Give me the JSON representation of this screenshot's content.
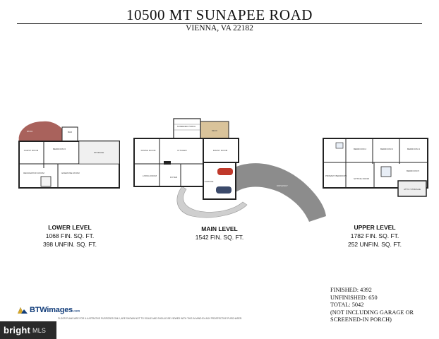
{
  "header": {
    "title": "10500 MT SUNAPEE ROAD",
    "subtitle": "VIENNA, VA 22182"
  },
  "levels": [
    {
      "name": "LOWER LEVEL",
      "line1": "1068 FIN. SQ. FT.",
      "line2": "398 UNFIN. SQ. FT."
    },
    {
      "name": "MAIN LEVEL",
      "line1": "1542 FIN. SQ. FT.",
      "line2": ""
    },
    {
      "name": "UPPER LEVEL",
      "line1": "1782 FIN. SQ. FT.",
      "line2": "252 UNFIN. SQ. FT."
    }
  ],
  "totals": {
    "finished": "FINISHED: 4392",
    "unfinished": "UNFINISHED: 650",
    "total": "TOTAL: 5042",
    "note1": "(NOT INCLUDING GARAGE OR",
    "note2": "SCREENED-IN PORCH)"
  },
  "brand": {
    "name": "BTWimages",
    "suffix": ".com",
    "disclaimer": "FLOOR PLANS ARE FOR ILLUSTRATIVE PURPOSES ONLY, ARE SHOWN NOT TO SCALE AND SHOULD BE VIEWED WITH THIS IN MIND BY ANY PROSPECTIVE PURCHASER."
  },
  "watermark": {
    "text": "bright",
    "sub": "MLS"
  },
  "colors": {
    "patio": "#a9625c",
    "deck": "#d9c39a",
    "driveway": "#8c8c8c",
    "walkway": "#cfcfcf",
    "wall": "#222222",
    "car_red": "#c0392b",
    "car_blue": "#3b4a6b",
    "brand_blue": "#123d7a"
  }
}
